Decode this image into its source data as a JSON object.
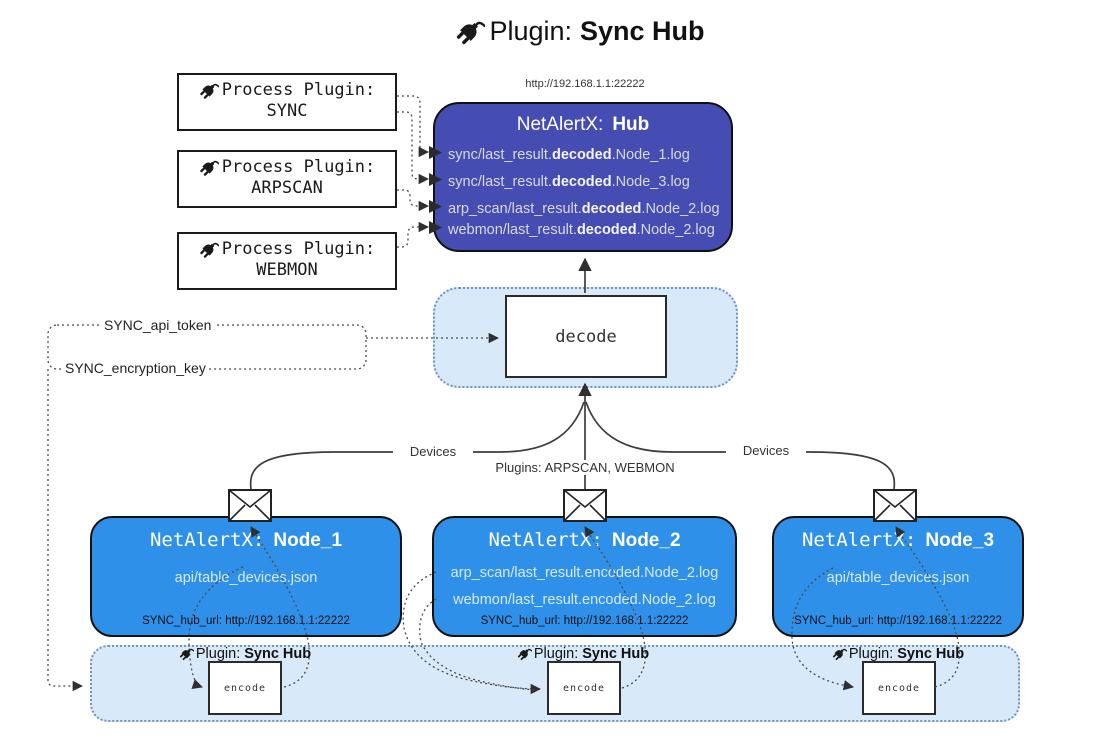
{
  "title": {
    "prefix": "Plugin:",
    "bold": "Sync Hub"
  },
  "process_plugins": [
    {
      "label": "Process Plugin:",
      "name": "SYNC"
    },
    {
      "label": "Process Plugin:",
      "name": "ARPSCAN"
    },
    {
      "label": "Process Plugin:",
      "name": "WEBMON"
    }
  ],
  "hub": {
    "url": "http://192.168.1.1:22222",
    "title_prefix": "NetAlertX:",
    "title_bold": "Hub",
    "lines": [
      {
        "pre": "sync/last_result.",
        "bold": "decoded",
        "post": ".Node_1.log"
      },
      {
        "pre": "sync/last_result.",
        "bold": "decoded",
        "post": ".Node_3.log"
      },
      {
        "pre": "arp_scan/last_result.",
        "bold": "decoded",
        "post": ".Node_2.log"
      },
      {
        "pre": "webmon/last_result.",
        "bold": "decoded",
        "post": ".Node_2.log"
      }
    ]
  },
  "decode": {
    "label": "decode"
  },
  "secrets": {
    "api_token": "SYNC_api_token",
    "encryption_key": "SYNC_encryption_key"
  },
  "edges": {
    "devices_left": "Devices",
    "devices_right": "Devices",
    "plugins_center": "Plugins: ARPSCAN, WEBMON"
  },
  "nodes": [
    {
      "title_prefix": "NetAlertX:",
      "title_bold": "Node_1",
      "lines": [
        "api/table_devices.json"
      ],
      "hub_url": "SYNC_hub_url: http://192.168.1.1:22222"
    },
    {
      "title_prefix": "NetAlertX:",
      "title_bold": "Node_2",
      "lines": [
        "arp_scan/last_result.encoded.Node_2.log",
        "webmon/last_result.encoded.Node_2.log"
      ],
      "hub_url": "SYNC_hub_url: http://192.168.1.1:22222"
    },
    {
      "title_prefix": "NetAlertX:",
      "title_bold": "Node_3",
      "lines": [
        "api/table_devices.json"
      ],
      "hub_url": "SYNC_hub_url: http://192.168.1.1:22222"
    }
  ],
  "encoders": [
    {
      "label_prefix": "Plugin:",
      "label_bold": "Sync Hub",
      "box": "encode"
    },
    {
      "label_prefix": "Plugin:",
      "label_bold": "Sync Hub",
      "box": "encode"
    },
    {
      "label_prefix": "Plugin:",
      "label_bold": "Sync Hub",
      "box": "encode"
    }
  ],
  "icons": {
    "plug": "plug-icon",
    "envelope": "envelope-icon"
  },
  "colors": {
    "hub_fill": "#454cb2",
    "node_fill": "#2e90e8",
    "band_fill": "#d8e9f9",
    "band_border": "#6f93bd",
    "outline": "#1a1a1a",
    "line": "#3d3d3d"
  }
}
